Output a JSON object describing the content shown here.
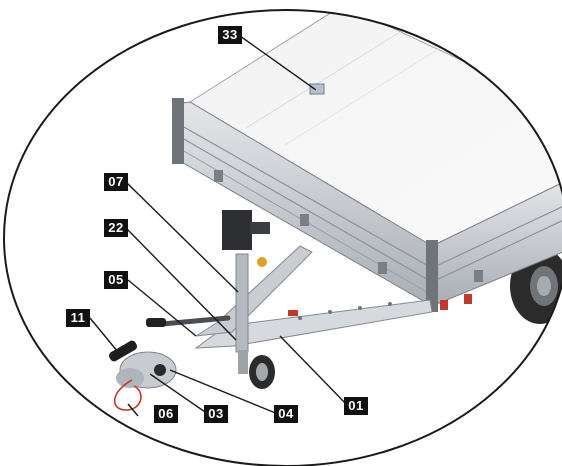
{
  "callouts": {
    "c33": "33",
    "c07": "07",
    "c22": "22",
    "c05": "05",
    "c11": "11",
    "c06": "06",
    "c03": "03",
    "c04": "04",
    "c01": "01"
  },
  "colors": {
    "background": "#ffffff",
    "frame": "#1a1a1a",
    "deck": "#f7f7f7",
    "rail": "#c9ccd0",
    "rail_dark": "#8d9298",
    "steel": "#b5bac0",
    "tag": "#111111",
    "tag_text": "#ffffff",
    "reflector": "#c0392b"
  }
}
